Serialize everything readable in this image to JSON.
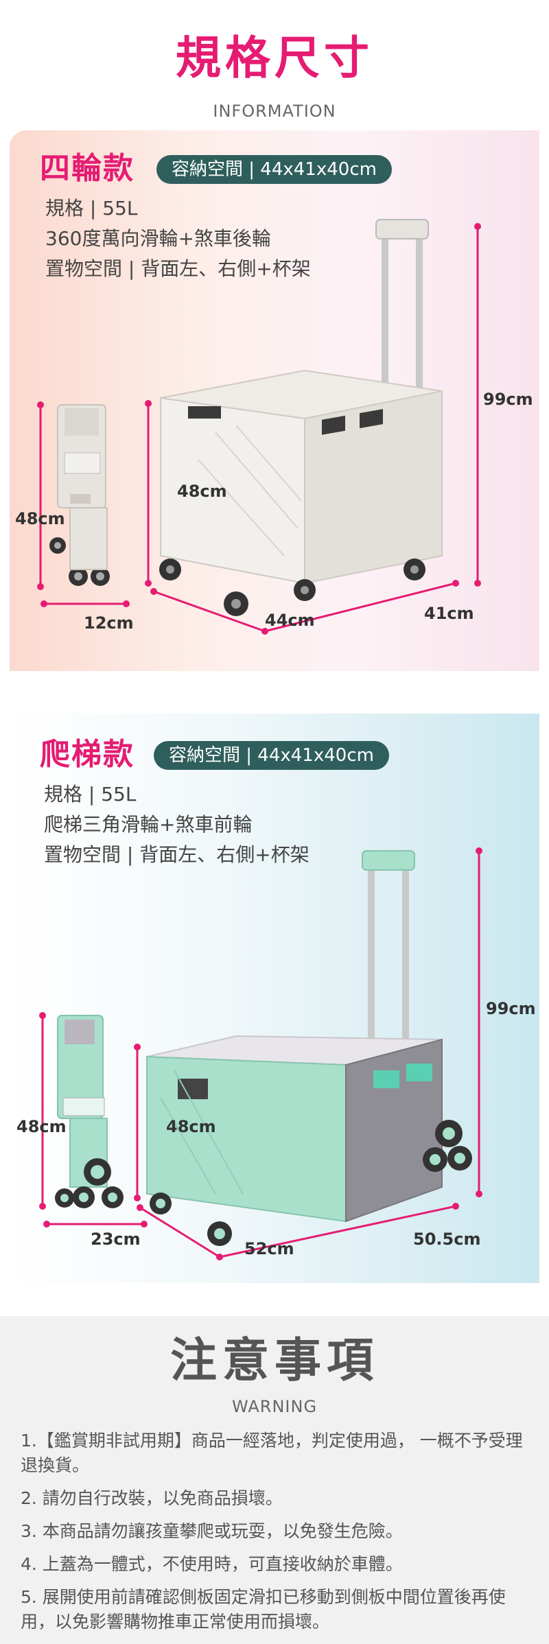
{
  "header": {
    "title": "規格尺寸",
    "subtitle": "INFORMATION"
  },
  "model1": {
    "name": "四輪款",
    "capacity": "容納空間 | 44x41x40cm",
    "specs": [
      "規格 | 55L",
      "360度萬向滑輪+煞車後輪",
      "置物空間 | 背面左、右側+杯架"
    ],
    "dims": {
      "folded_height": "48cm",
      "folded_depth": "12cm",
      "height": "48cm",
      "total_height": "99cm",
      "width": "44cm",
      "depth": "41cm"
    }
  },
  "model2": {
    "name": "爬梯款",
    "capacity": "容納空間 | 44x41x40cm",
    "specs": [
      "規格 | 55L",
      "爬梯三角滑輪+煞車前輪",
      "置物空間 | 背面左、右側+杯架"
    ],
    "dims": {
      "folded_height": "48cm",
      "folded_depth": "23cm",
      "height": "48cm",
      "total_height": "99cm",
      "width": "52cm",
      "depth": "50.5cm"
    }
  },
  "warning": {
    "title": "注意事項",
    "subtitle": "WARNING",
    "items": [
      "1.【鑑賞期非試用期】商品一經落地，判定使用過， 一概不予受理退換貨。",
      "2.  請勿自行改裝，以免商品損壞。",
      "3.  本商品請勿讓孩童攀爬或玩耍，以免發生危險。",
      "4.  上蓋為一體式，不使用時，可直接收納於車體。",
      "5.  展開使用前請確認側板固定滑扣已移動到側板中間位置後再使用，以免影響購物推車正常使用而損壞。"
    ]
  },
  "colors": {
    "accent": "#e51c72",
    "pill": "#2f5f5c",
    "cart1": "#e9e6e2",
    "cart2": "#a8e0cc"
  },
  "icons": [
    "folded-cart-image",
    "cart-image",
    "stair-wheel-image"
  ]
}
